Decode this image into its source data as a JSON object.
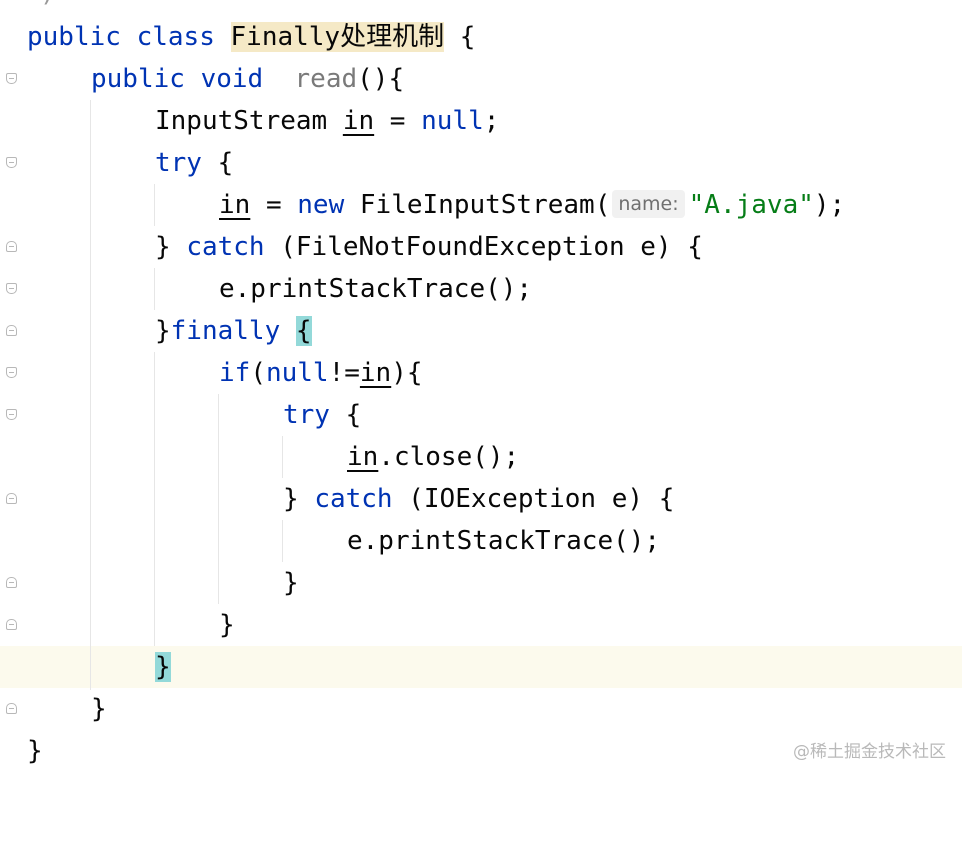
{
  "editor": {
    "top_fragment": ")",
    "lines": {
      "l1": {
        "kw1": "public",
        "kw2": "class",
        "class_name": "Finally处理机制",
        "brace": "{"
      },
      "l2": {
        "kw1": "public",
        "kw2": "void",
        "method": "read",
        "rest": "(){"
      },
      "l3": {
        "type": "InputStream",
        "var": "in",
        "eq": " = ",
        "kw": "null",
        "end": ";"
      },
      "l4": {
        "kw": "try",
        "rest": " {"
      },
      "l5": {
        "var": "in",
        "eq": " = ",
        "kw": "new",
        "ctor": " FileInputStream(",
        "hint": "name:",
        "str": "\"A.java\"",
        "end": ");"
      },
      "l6": {
        "close": "} ",
        "kw": "catch",
        "rest": " (FileNotFoundException e) {"
      },
      "l7": {
        "text": "e.printStackTrace();"
      },
      "l8": {
        "close": "}",
        "kw": "finally",
        "space": " ",
        "brace": "{"
      },
      "l9": {
        "kw1": "if",
        "p1": "(",
        "kw2": "null",
        "op": "!=",
        "var": "in",
        "p2": "){"
      },
      "l10": {
        "kw": "try",
        "rest": " {"
      },
      "l11": {
        "var": "in",
        "rest": ".close();"
      },
      "l12": {
        "close": "} ",
        "kw": "catch",
        "rest": " (IOException e) {"
      },
      "l13": {
        "text": "e.printStackTrace();"
      },
      "l14": {
        "text": "}"
      },
      "l15": {
        "text": "}"
      },
      "l16": {
        "brace": "}"
      },
      "l17": {
        "text": "}"
      },
      "l18": {
        "text": "}"
      }
    }
  },
  "watermark": "@稀土掘金技术社区"
}
